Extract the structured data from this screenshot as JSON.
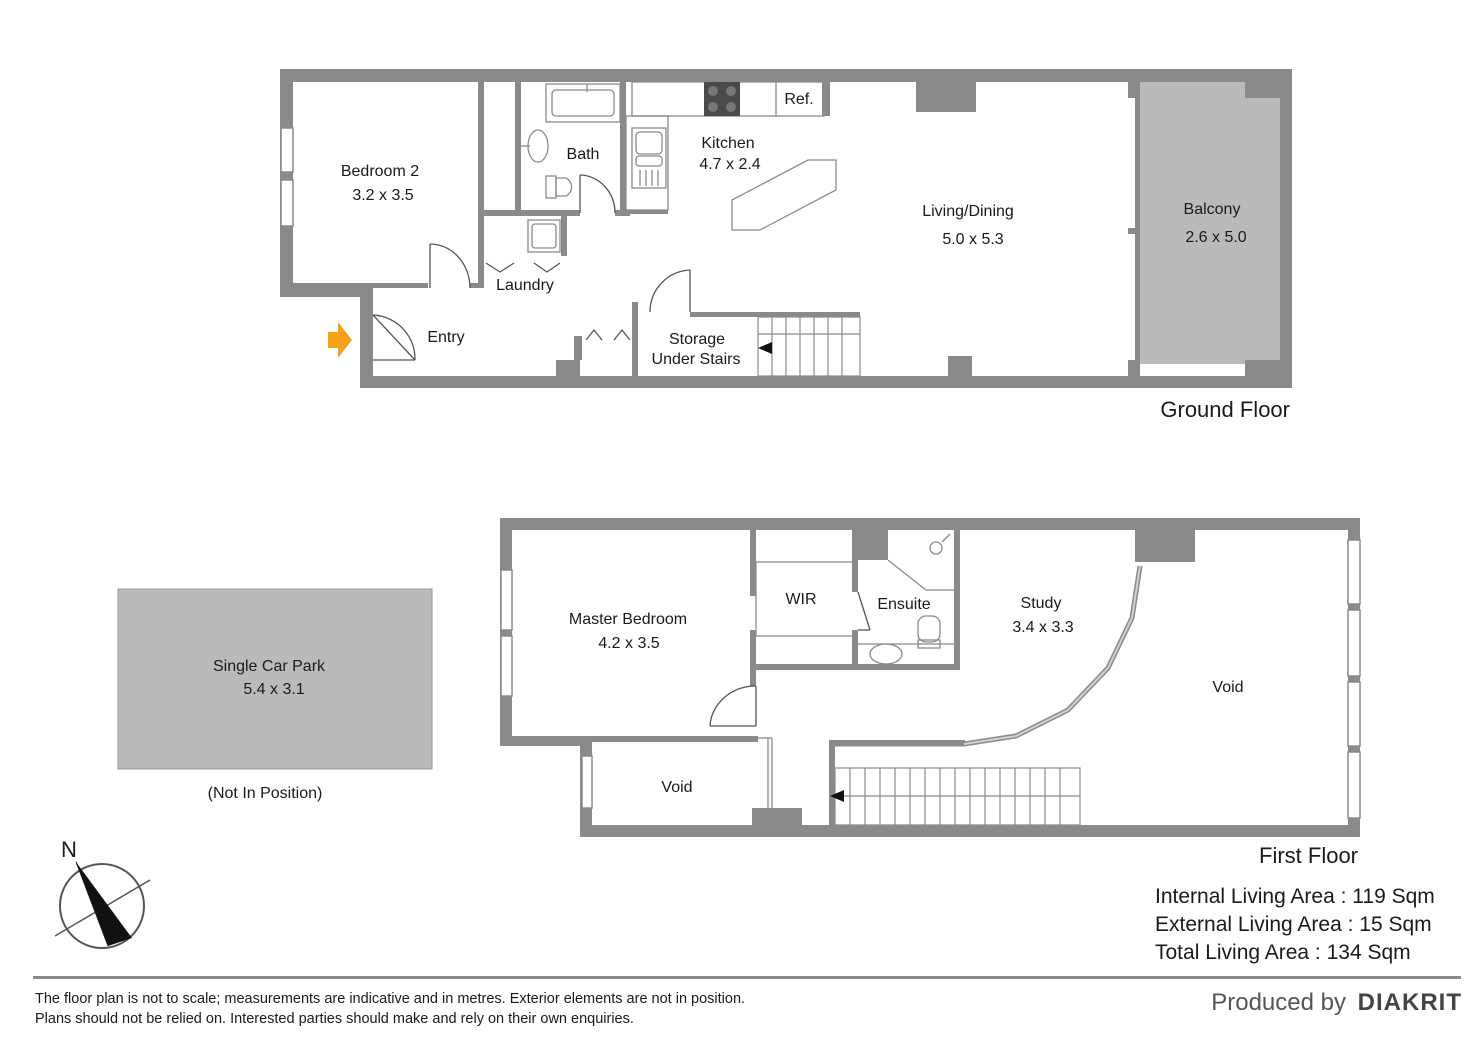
{
  "colors": {
    "wall": "#8a8a8a",
    "fill": "#b9babb",
    "fixture": "#9c9c9c",
    "entry_arrow": "#f5a21b",
    "text": "#1a1a1a"
  },
  "ground_floor": {
    "title": "Ground Floor",
    "rooms": {
      "bedroom2": {
        "name": "Bedroom 2",
        "dims": "3.2 x 3.5"
      },
      "bath": {
        "name": "Bath"
      },
      "kitchen": {
        "name": "Kitchen",
        "dims": "4.7 x 2.4"
      },
      "ref": {
        "name": "Ref."
      },
      "living": {
        "name": "Living/Dining",
        "dims": "5.0 x 5.3"
      },
      "balcony": {
        "name": "Balcony",
        "dims": "2.6 x 5.0"
      },
      "laundry": {
        "name": "Laundry"
      },
      "entry": {
        "name": "Entry"
      },
      "storage": {
        "line1": "Storage",
        "line2": "Under Stairs"
      }
    }
  },
  "first_floor": {
    "title": "First Floor",
    "rooms": {
      "master": {
        "name": "Master Bedroom",
        "dims": "4.2 x 3.5"
      },
      "wir": {
        "name": "WIR"
      },
      "ensuite": {
        "name": "Ensuite"
      },
      "study": {
        "name": "Study",
        "dims": "3.4 x 3.3"
      },
      "void_right": {
        "name": "Void"
      },
      "void_left": {
        "name": "Void"
      }
    }
  },
  "car_park": {
    "name": "Single Car Park",
    "dims": "5.4 x 3.1",
    "note": "(Not In Position)"
  },
  "compass": {
    "label": "N"
  },
  "areas": [
    "Internal Living Area : 119 Sqm",
    "External Living Area : 15 Sqm",
    "Total Living Area : 134 Sqm"
  ],
  "disclaimer": [
    "The floor plan is not to scale; measurements are indicative and in metres. Exterior elements are not in position.",
    "Plans should not be relied on. Interested parties should make and rely on their own enquiries."
  ],
  "footer": {
    "produced_by": "Produced by",
    "brand": "DIAKRIT"
  }
}
